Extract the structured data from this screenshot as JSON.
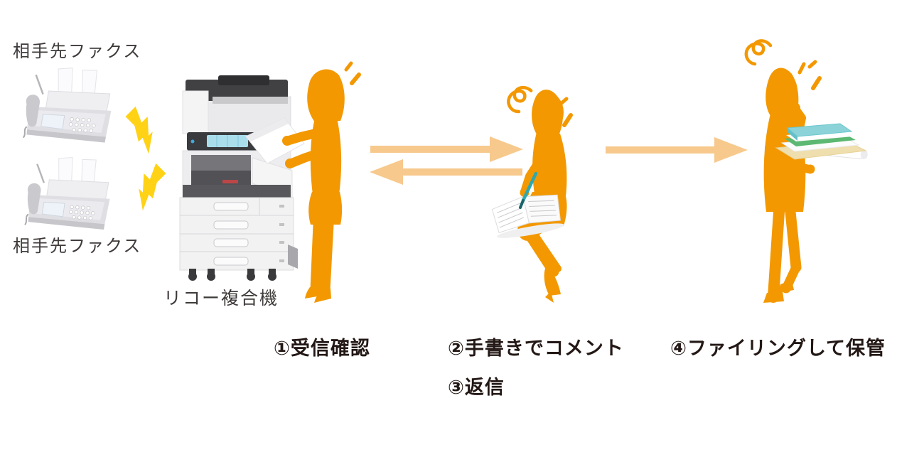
{
  "diagram": {
    "sender": {
      "fax_label_top": "相手先ファクス",
      "fax_label_bottom": "相手先ファクス"
    },
    "printer": {
      "label": "リコー複合機"
    },
    "steps": {
      "step1": "①受信確認",
      "step2": "②手書きでコメント",
      "step3": "③返信",
      "step4": "④ファイリングして保管"
    },
    "icons": {
      "lightning": "fax-transmission-bolt",
      "squiggle": "confusion-scribble",
      "surprise_marks": "surprise-dashes",
      "arrow": "flow-arrow"
    },
    "colors": {
      "silhouette_orange": "#F39800",
      "arrow_light_orange": "#F7C98D",
      "lightning_yellow": "#FFD215",
      "step_text_dark": "#231815",
      "equip_text_dark": "#3E3A39",
      "pen_teal": "#2FA8AE",
      "book_teal": "#8BD3D8",
      "book_green": "#5CB872",
      "folder_tan": "#EFDFAE",
      "screen_blue": "#A9DDEC"
    }
  }
}
